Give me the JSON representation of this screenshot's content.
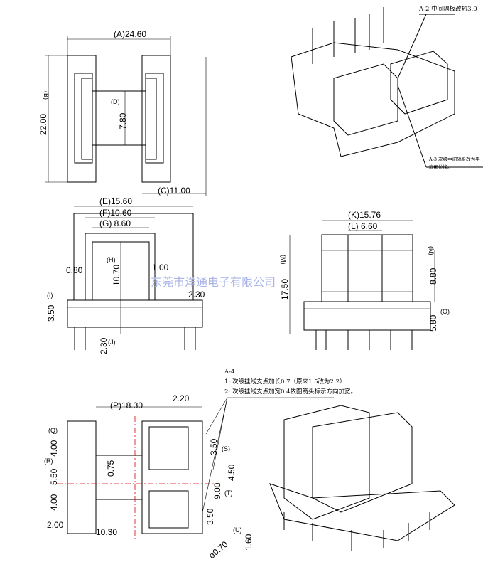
{
  "watermark": "东莞市洋通电子有限公司",
  "notes": {
    "a2": "A-2 中间隔板改短3.0",
    "a3_line1": "A-3 次级中间隔板改为平",
    "a3_line2": "底部拉摘。",
    "a4_title": "A-4",
    "a4_line1": "1: 次级挂线支点加长0.7（原来1.5改为2.2）",
    "a4_line2": "2: 次级挂线支点加宽0.4依图箭头标示方向加宽。"
  },
  "top_view": {
    "A": "(A)24.60",
    "B": "(B)",
    "B_val": "22.00",
    "D": "(D)",
    "D_val": "7.80",
    "C": "(C)11.00"
  },
  "front_view": {
    "E": "(E)15.60",
    "F": "(F)10.60",
    "G": "(G) 8.60",
    "w1": "0.80",
    "H": "(H)",
    "H_val": "10.70",
    "w2": "1.00",
    "I": "(I)",
    "I_val": "3.50",
    "w3": "2.30",
    "J": "(J)",
    "J_val": "2.30"
  },
  "side_view": {
    "K": "(K)15.76",
    "L": "(L) 6.60",
    "M": "(M)",
    "M_val": "17.50",
    "N": "(N)",
    "N_val": "8.80",
    "O": "(O)",
    "O_val": "5.80"
  },
  "bottom_view": {
    "P": "(P)18.30",
    "w220": "2.20",
    "Q": "(Q)",
    "Q_val": "4.00",
    "R": "(R)",
    "R_val": "5.50",
    "v400": "4.00",
    "v200": "2.00",
    "v1030": "10.30",
    "v075": "0.75",
    "v350a": "3.50",
    "S": "(S)",
    "v450": "4.50",
    "v900": "9.00",
    "T": "(T)",
    "v350b": "3.50",
    "U": "(U)",
    "U_val": "ø0.70",
    "v160": "1.60"
  }
}
